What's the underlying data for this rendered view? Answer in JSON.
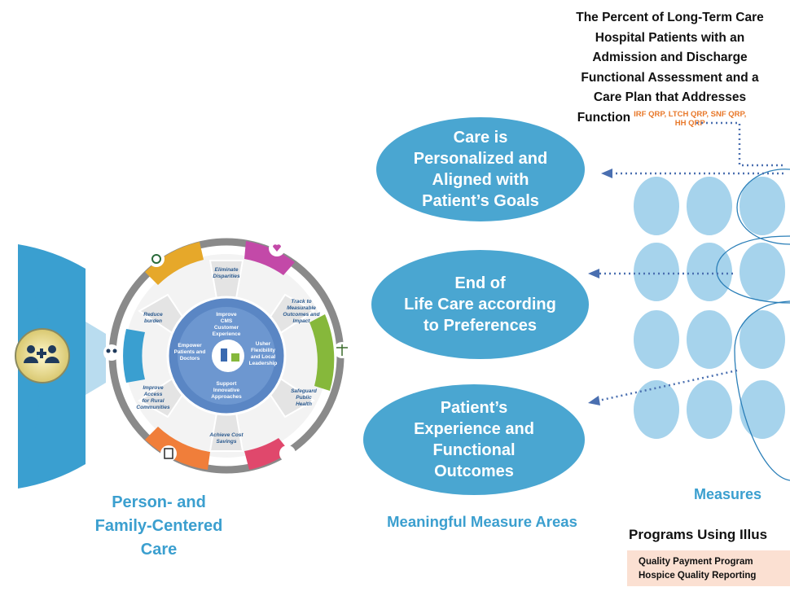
{
  "callout": {
    "title_lines": [
      "The Percent of Long-Term Care",
      "Hospital Patients with an",
      "Admission and Discharge",
      "Functional Assessment and a",
      "Care Plan that Addresses"
    ],
    "last_line_word": "Function",
    "programs_line1": "IRF QRP,  LTCH QRP, SNF QRP,",
    "programs_line2": "HH QRP"
  },
  "measure_areas": [
    {
      "lines": [
        "Care  is",
        "Personalized and",
        "Aligned with",
        "Patient’s Goals"
      ]
    },
    {
      "lines": [
        "End of",
        "Life Care according",
        "to Preferences"
      ]
    },
    {
      "lines": [
        "Patient’s",
        "Experience and",
        "Functional",
        "Outcomes"
      ]
    }
  ],
  "captions": {
    "person_family": [
      "Person- and",
      "Family-Centered",
      "Care"
    ],
    "meaningful_areas": "Meaningful Measure Areas",
    "measures": "Measures"
  },
  "wheel": {
    "center_top": [
      "Improve",
      "CMS",
      "Customer",
      "Experience"
    ],
    "center_left": [
      "Empower",
      "Patients and",
      "Doctors"
    ],
    "center_right": [
      "Usher",
      "Flexibility",
      "and Local",
      "Leadership"
    ],
    "center_bottom": [
      "Support",
      "Innovative",
      "Approaches"
    ],
    "spoke_labels": [
      [
        "Eliminate",
        "Disparities"
      ],
      [
        "Track to",
        "Measurable",
        "Outcomes and",
        "Impact"
      ],
      [
        "Safeguard",
        "Public",
        "Health"
      ],
      [
        "Achieve Cost",
        "Savings"
      ],
      [
        "Improve",
        "Access",
        "for Rural",
        "Communities"
      ],
      [
        "Reduce",
        "burden"
      ]
    ],
    "segment_colors": [
      "#c349a8",
      "#86b83b",
      "#e0486c",
      "#f07e3a",
      "#3a9fd0",
      "#e6a82a"
    ]
  },
  "programs": {
    "heading": "Programs Using Illus",
    "items": [
      "Quality Payment Program",
      "Hospice Quality Reporting"
    ]
  }
}
